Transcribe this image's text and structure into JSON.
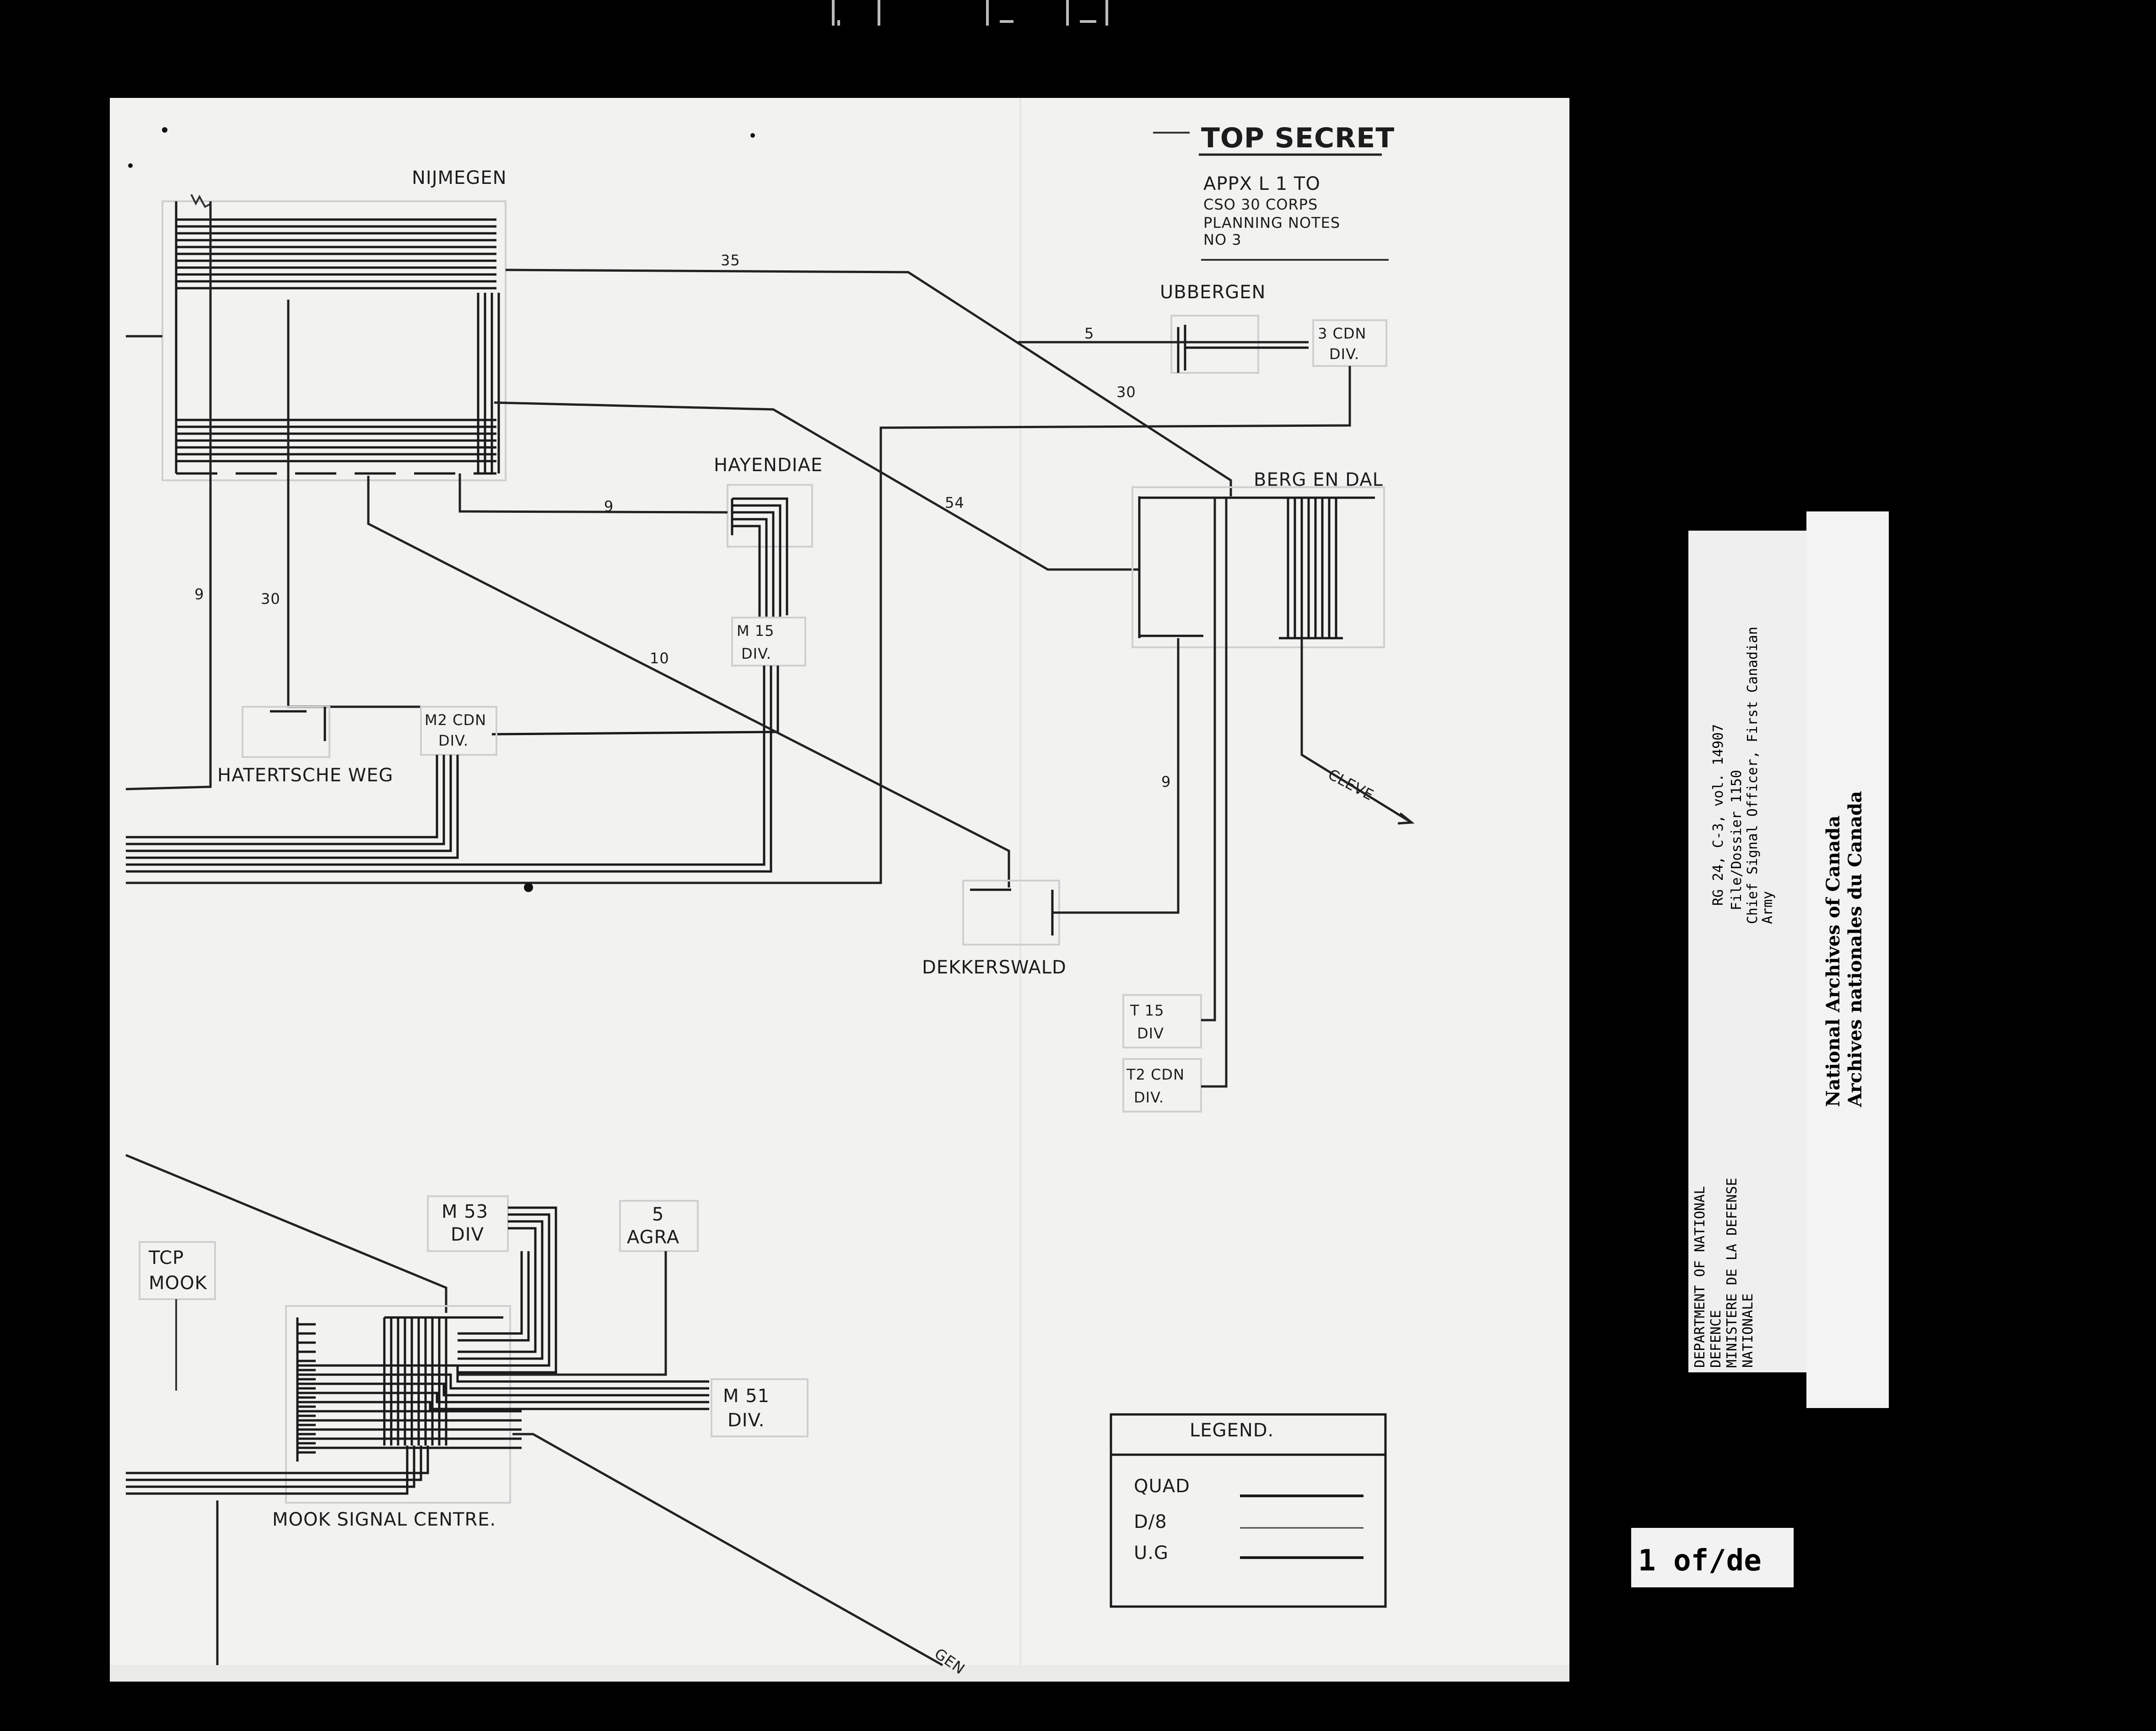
{
  "header": {
    "classification": "TOP SECRET",
    "appendix_lines": [
      "APPX L 1  TO",
      "CSO 30 CORPS",
      "PLANNING NOTES",
      "NO 3"
    ]
  },
  "nodes": {
    "nijmegen": "NIJMEGEN",
    "ubbergen": "UBBERGEN",
    "cdn3": [
      "3 CDN",
      "DIV."
    ],
    "hayendiae": "HAYENDIAE",
    "berg_en_dal": "BERG EN DAL",
    "m15": [
      "M 15",
      "DIV."
    ],
    "m2cdn": [
      "M2 CDN",
      "DIV."
    ],
    "hatertsche_weg": "HATERTSCHE WEG",
    "dekkerswald": "DEKKERSWALD",
    "t15": [
      "T 15",
      "DIV"
    ],
    "t2cdn": [
      "T2 CDN",
      "DIV."
    ],
    "cleve": "CLEVE",
    "m53": [
      "M 53",
      "DIV"
    ],
    "agra5": [
      "5",
      "AGRA"
    ],
    "tcp_mook": [
      "TCP",
      "MOOK"
    ],
    "m51": [
      "M 51",
      "DIV."
    ],
    "mook_signal_centre": "MOOK SIGNAL CENTRE.",
    "gen_partial": "GEN"
  },
  "line_counts": {
    "nijmegen_berg_en_dal": "35",
    "ubbergen_link": "5",
    "cdn3_link": "30",
    "nijmegen_hayendiae": "9",
    "nijmegen_berg_en_dal_2": "54",
    "nijmegen_dekkerswald": "10",
    "west_trunk": "9",
    "hatertsche_trunk": "30",
    "dekkerswald_berg_en_dal": "9"
  },
  "legend": {
    "title": "LEGEND.",
    "items": [
      "QUAD",
      "D/8",
      "U.G"
    ]
  },
  "archive_slip": {
    "reference": "RG 24, C-3, vol. 14907",
    "file": "File/Dossier 1150",
    "lines": [
      "Chief Signal Officer, First Canadian",
      "Army"
    ],
    "department": [
      "DEPARTMENT OF NATIONAL",
      "DEFENCE",
      "MINISTERE DE LA DEFENSE",
      "NATIONALE"
    ]
  },
  "archive_name": [
    "National Archives of Canada",
    "Archives nationales du Canada"
  ],
  "frame_label": "1 of/de"
}
